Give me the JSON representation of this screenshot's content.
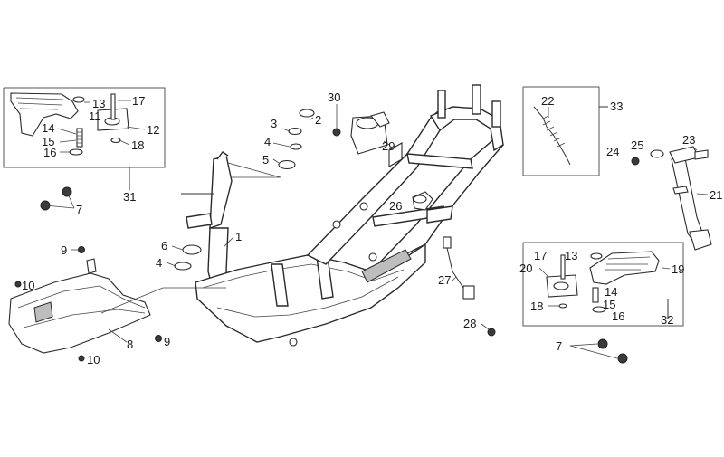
{
  "callouts": {
    "c1": "1",
    "c2": "2",
    "c3": "3",
    "c4a": "4",
    "c4b": "4",
    "c5": "5",
    "c6": "6",
    "c7a": "7",
    "c7b": "7",
    "c8": "8",
    "c9a": "9",
    "c9b": "9",
    "c10a": "10",
    "c10b": "10",
    "c11": "11",
    "c12": "12",
    "c13a": "13",
    "c13b": "13",
    "c14a": "14",
    "c14b": "14",
    "c15a": "15",
    "c15b": "15",
    "c16a": "16",
    "c16b": "16",
    "c17a": "17",
    "c17b": "17",
    "c18a": "18",
    "c18b": "18",
    "c19": "19",
    "c20": "20",
    "c21": "21",
    "c22": "22",
    "c23": "23",
    "c24": "24",
    "c25": "25",
    "c26": "26",
    "c27": "27",
    "c28": "28",
    "c29": "29",
    "c30": "30",
    "c31": "31",
    "c32": "32",
    "c33": "33"
  }
}
